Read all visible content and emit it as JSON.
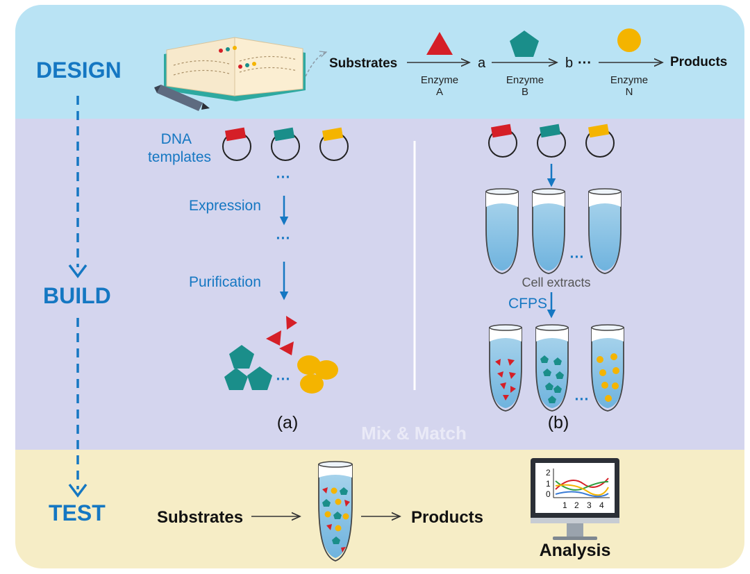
{
  "stages": {
    "design": "DESIGN",
    "build": "BUILD",
    "test": "TEST"
  },
  "pathway": {
    "substrates": "Substrates",
    "products": "Products",
    "intermediate_a": "a",
    "intermediate_b": "b",
    "ellipsis": "···",
    "enzyme_label": "Enzyme",
    "enzymes": [
      "A",
      "B",
      "N"
    ]
  },
  "build_a": {
    "dna_templates_line1": "DNA",
    "dna_templates_line2": "templates",
    "ellipsis": "···",
    "expression": "Expression",
    "purification": "Purification",
    "label": "(a)"
  },
  "build_b": {
    "cell_extracts": "Cell extracts",
    "cfps": "CFPS",
    "ellipsis": "···",
    "label": "(b)"
  },
  "mix_match": "Mix & Match",
  "test": {
    "substrates": "Substrates",
    "products": "Products",
    "analysis": "Analysis",
    "chart_y_ticks": [
      "2",
      "1",
      "0"
    ],
    "chart_x_ticks": [
      "1",
      "2",
      "3",
      "4"
    ]
  },
  "colors": {
    "design_bg": "#b9e3f4",
    "build_bg": "#d4d5ee",
    "test_bg": "#f6edc6",
    "stage_blue": "#1577c2",
    "enzyme_a_red": "#d51f27",
    "enzyme_b_teal": "#1a8e8a",
    "enzyme_n_yellow": "#f4b400"
  }
}
